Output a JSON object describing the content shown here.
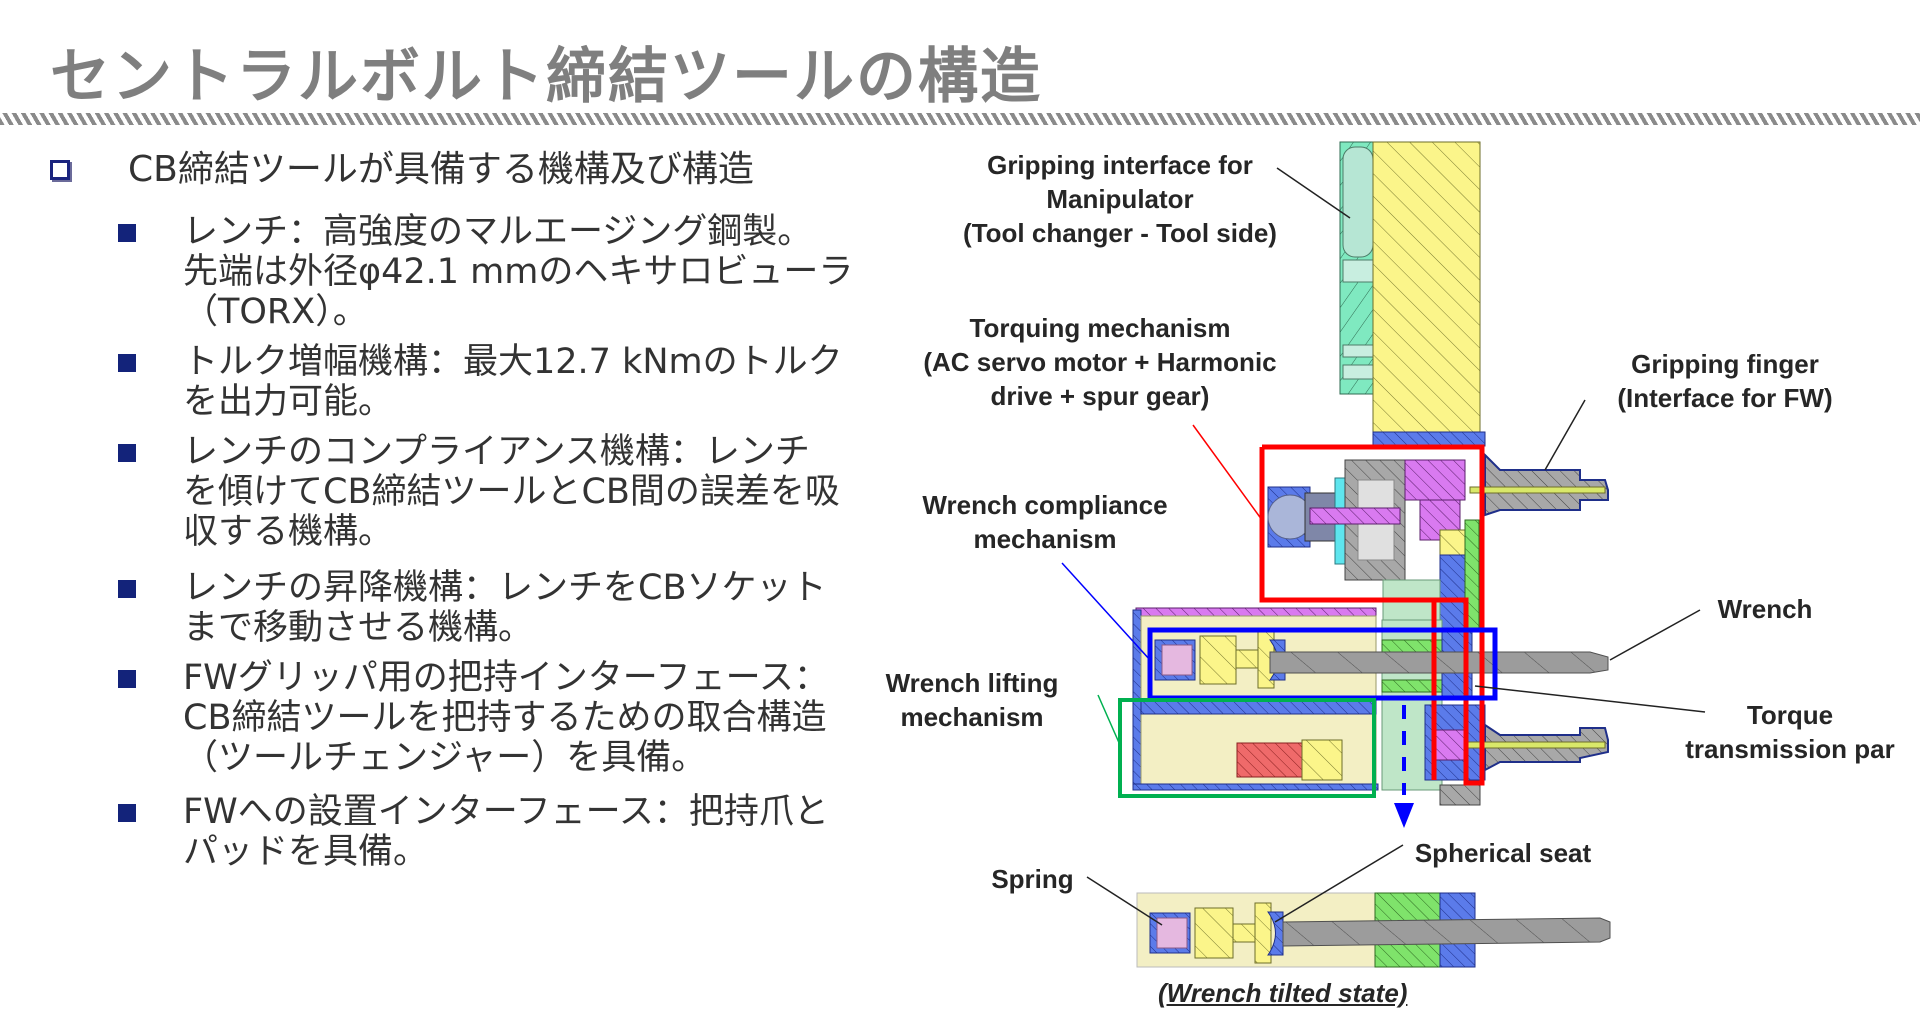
{
  "slide": {
    "title": "セントラルボルト締結ツールの構造"
  },
  "content": {
    "heading": "CB締結ツールが具備する機構及び構造",
    "bullets": [
      {
        "lines": [
          "レンチ：高強度のマルエージング鋼製。",
          "先端は外径φ42.1 mmのヘキサロビューラ",
          "（TORX）。"
        ]
      },
      {
        "lines": [
          "トルク増幅機構：最大12.7 kNmのトルク",
          "を出力可能。"
        ]
      },
      {
        "lines": [
          "レンチのコンプライアンス機構：レンチ",
          "を傾けてCB締結ツールとCB間の誤差を吸",
          "収する機構。"
        ]
      },
      {
        "lines": [
          "レンチの昇降機構：レンチをCBソケット",
          "まで移動させる機構。"
        ]
      },
      {
        "lines": [
          "FWグリッパ用の把持インターフェース：",
          "CB締結ツールを把持するための取合構造",
          "（ツールチェンジャー）を具備。"
        ]
      },
      {
        "lines": [
          "FWへの設置インターフェース：把持爪と",
          "パッドを具備。"
        ]
      }
    ]
  },
  "diagram": {
    "labels": {
      "gripping_interface": [
        "Gripping interface for",
        "Manipulator",
        "(Tool changer - Tool side)"
      ],
      "torquing_mechanism": [
        "Torquing mechanism",
        "(AC servo motor + Harmonic",
        "drive + spur gear)"
      ],
      "gripping_finger": [
        "Gripping finger",
        "(Interface for FW)"
      ],
      "wrench_compliance": [
        "Wrench compliance",
        "mechanism"
      ],
      "wrench": [
        "Wrench"
      ],
      "wrench_lifting": [
        "Wrench lifting",
        "mechanism"
      ],
      "torque_transmission": [
        "Torque",
        "transmission par"
      ],
      "spherical_seat": [
        "Spherical seat"
      ],
      "spring": [
        "Spring"
      ]
    },
    "caption": "(Wrench tilted state)",
    "highlight_colors": {
      "torquing": "#ff0000",
      "compliance": "#0000ff",
      "lifting": "#00b050"
    },
    "icons": {
      "heading_bullet": "hollow-square-bullet-icon",
      "item_bullet": "filled-square-bullet-icon",
      "motion_arrow": "down-arrow-icon"
    }
  }
}
